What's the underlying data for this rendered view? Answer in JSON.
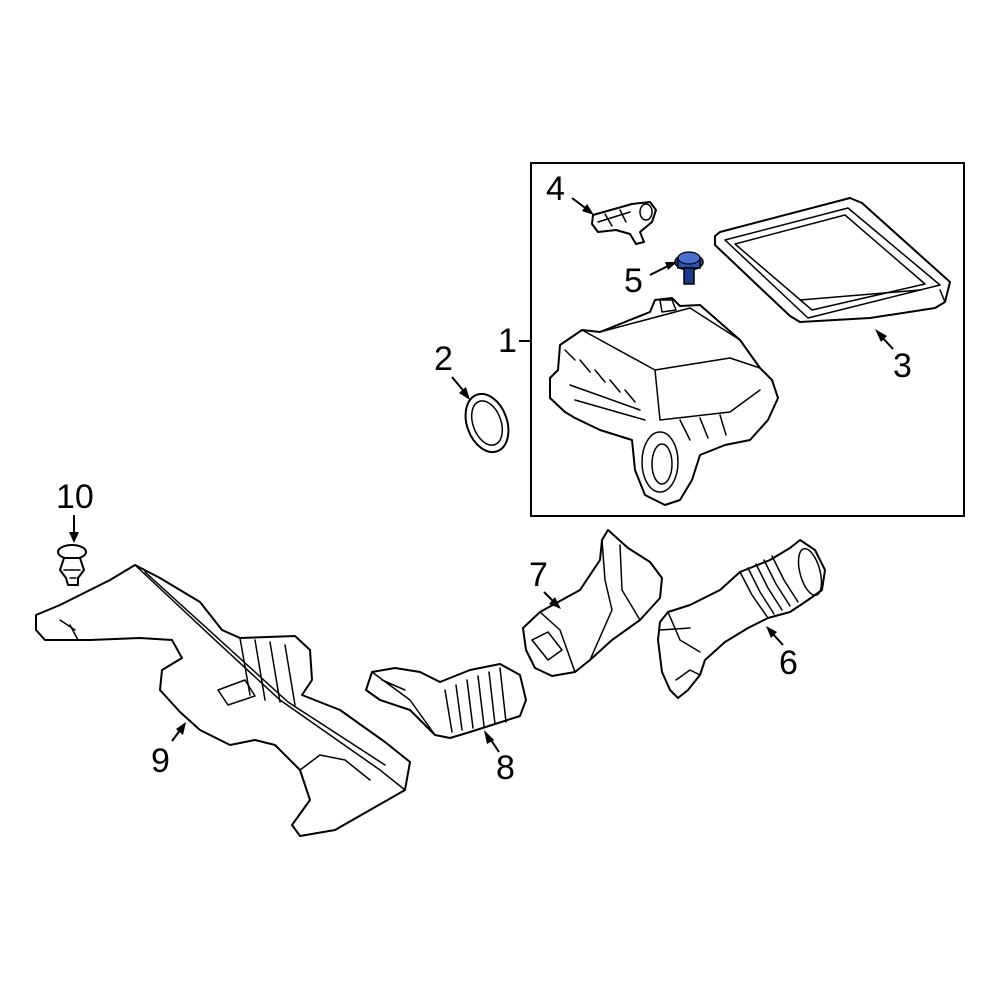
{
  "colors": {
    "line": "#000000",
    "background": "#ffffff",
    "highlight": "#2f55b8",
    "highlight_dark": "#1c3a8c"
  },
  "callouts": {
    "c1": "1",
    "c2": "2",
    "c3": "3",
    "c4": "4",
    "c5": "5",
    "c6": "6",
    "c7": "7",
    "c8": "8",
    "c9": "9",
    "c10": "10"
  },
  "highlighted_part": "5"
}
